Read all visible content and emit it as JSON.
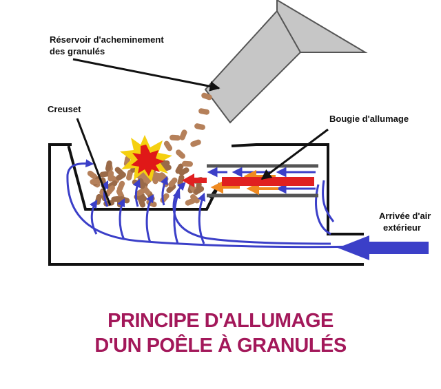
{
  "labels": {
    "reservoir_line1": "Réservoir d'acheminement",
    "reservoir_line2": "des granulés",
    "creuset": "Creuset",
    "bougie": "Bougie d'allumage",
    "air_line1": "Arrivée d'air",
    "air_line2": "extérieur"
  },
  "title": {
    "line1": "PRINCIPE D'ALLUMAGE",
    "line2": "D'UN POÊLE À GRANULÉS"
  },
  "colors": {
    "title": "#a3185a",
    "airflow": "#3b3fc8",
    "pellet": "#b5805a",
    "pellet_dark": "#9a6a48",
    "hopper": "#c6c6c6",
    "igniter": "#e02020",
    "hot_air": "#f08a20",
    "tube": "#555555",
    "flame_outer": "#f5d010",
    "flame_inner": "#e01818"
  },
  "icons": {
    "spark": "explosion-icon",
    "air_arrow": "arrow-left-icon"
  }
}
